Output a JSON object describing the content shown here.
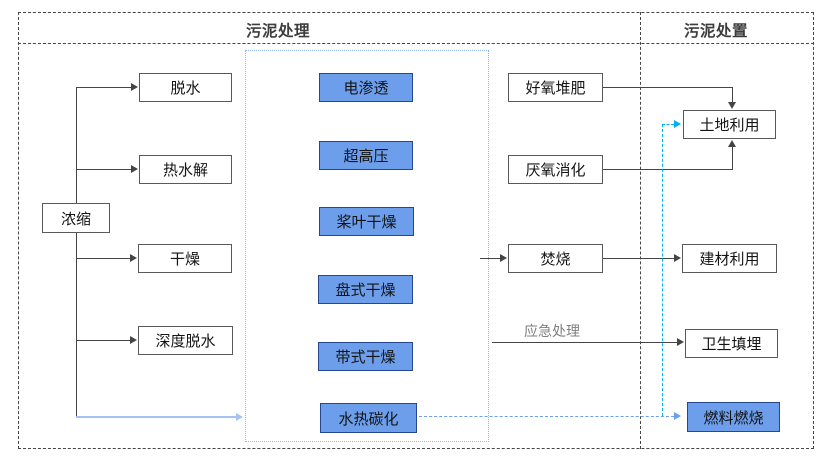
{
  "header": {
    "treatment_title": "污泥处理",
    "disposal_title": "污泥处置"
  },
  "boxes": {
    "concentration": "浓缩",
    "dewatering": "脱水",
    "thermal_hydrolysis": "热水解",
    "drying": "干燥",
    "deep_dewatering": "深度脱水",
    "electro_osmosis": "电渗透",
    "ultra_high_pressure": "超高压",
    "paddle_drying": "桨叶干燥",
    "disc_drying": "盘式干燥",
    "belt_drying": "带式干燥",
    "hydrothermal_carbonization": "水热碳化",
    "aerobic_composting": "好氧堆肥",
    "anaerobic_digestion": "厌氧消化",
    "incineration": "焚烧",
    "land_use": "土地利用",
    "building_material_use": "建材利用",
    "sanitary_landfill": "卫生填埋",
    "fuel_combustion": "燃料燃烧"
  },
  "labels": {
    "emergency_treatment": "应急处理"
  },
  "colors": {
    "box_blue_fill": "#6D9EEB",
    "box_blue_border": "#24478F",
    "box_border_gray": "#595959",
    "line_dark": "#454545",
    "arrow_blue_solid": "#A4C2F4",
    "dashed_cornflower": "#6D9EEB",
    "dashed_cyan": "#00B0F0",
    "dotted_frame": "#92B5E8",
    "emergency_text": "#7F7F7F"
  }
}
